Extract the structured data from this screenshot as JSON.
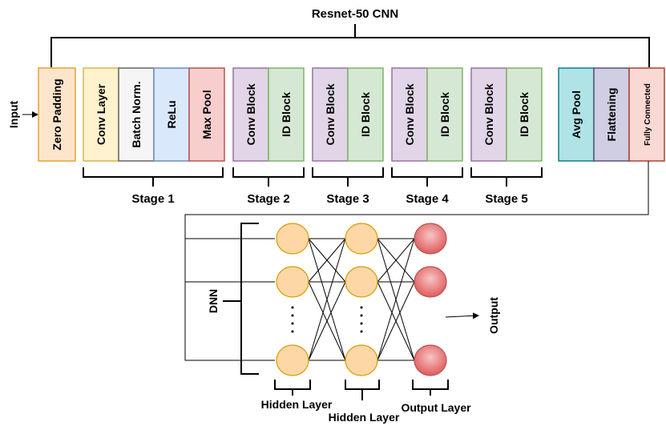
{
  "title": "Resnet-50 CNN",
  "input_label": "Input",
  "output_label": "Output",
  "dnn_label": "DNN",
  "blocks": {
    "zero_padding": {
      "label": "Zero Padding",
      "fill": "#fde5cc",
      "stroke": "#e5a035"
    },
    "conv_layer": {
      "label": "Conv Layer",
      "fill": "#fff2cc",
      "stroke": "#d6b656"
    },
    "batch_norm": {
      "label": "Batch Norm.",
      "fill": "#f5f5f5",
      "stroke": "#666666"
    },
    "relu": {
      "label": "ReLu",
      "fill": "#dae8fc",
      "stroke": "#6c8ebf"
    },
    "max_pool": {
      "label": "Max Pool",
      "fill": "#f8cecc",
      "stroke": "#b85450"
    },
    "conv_block": {
      "label": "Conv Block",
      "fill": "#e1d5e7",
      "stroke": "#9673a6"
    },
    "id_block": {
      "label": "ID Block",
      "fill": "#d5e8d4",
      "stroke": "#82b366"
    },
    "avg_pool": {
      "label": "Avg Pool",
      "fill": "#b0e3e6",
      "stroke": "#0e8088"
    },
    "flattening": {
      "label": "Flattening",
      "fill": "#d0cee2",
      "stroke": "#56517e"
    },
    "fully_connected": {
      "label": "Fully Connected",
      "fill": "#fad9d5",
      "stroke": "#ae4132"
    }
  },
  "stages": [
    "Stage 1",
    "Stage 2",
    "Stage 3",
    "Stage 4",
    "Stage 5"
  ],
  "layers": {
    "hidden_1": "Hidden Layer",
    "hidden_2": "Hidden Layer",
    "output": "Output Layer"
  },
  "colors": {
    "hidden_node_fill": "#fdd7a6",
    "hidden_node_stroke": "#d79b00",
    "output_node_fill": "#e9797b",
    "output_node_stroke": "#b85450"
  }
}
